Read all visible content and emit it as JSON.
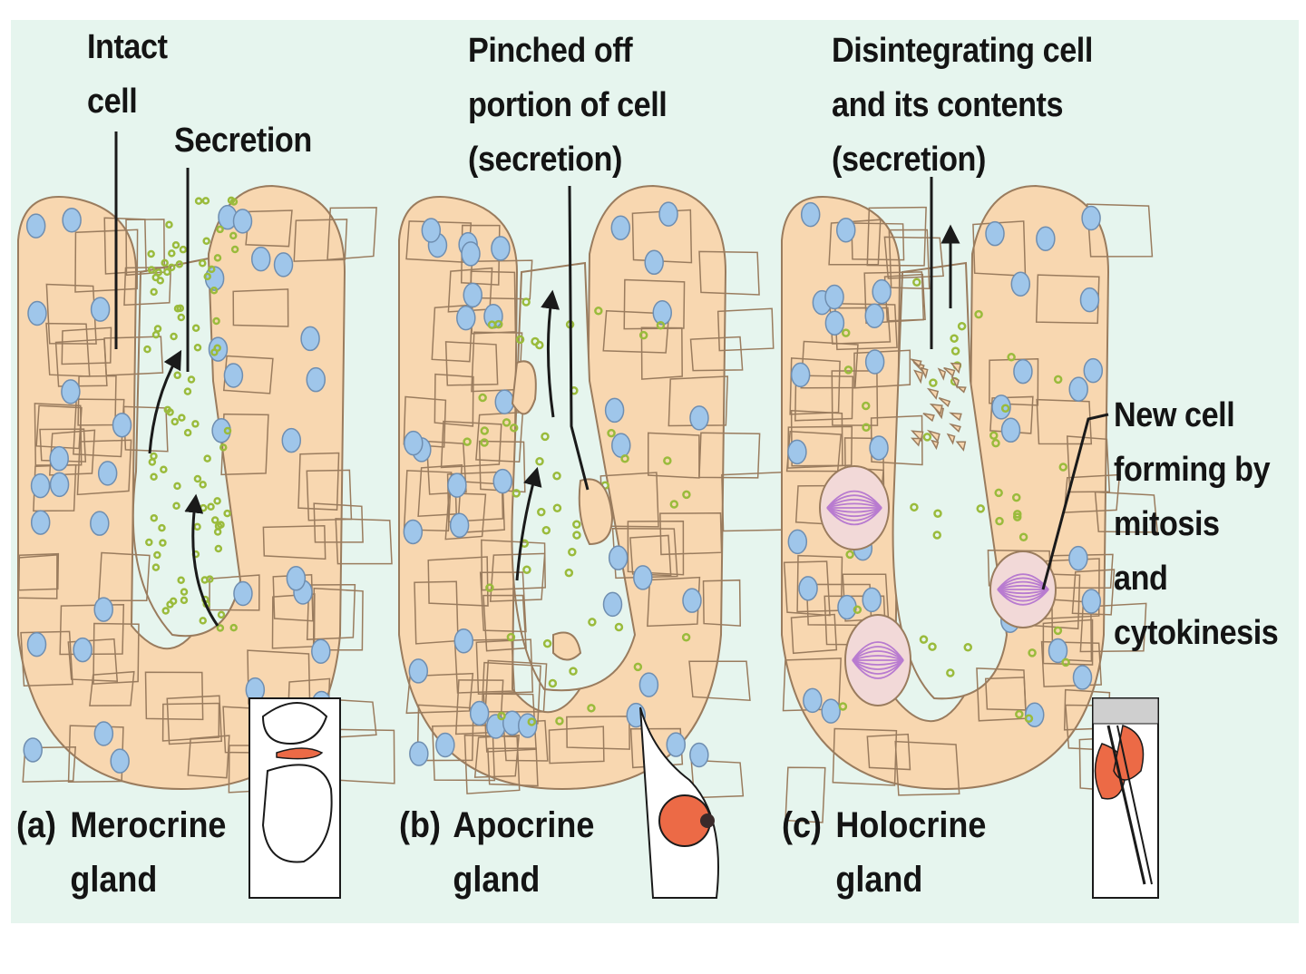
{
  "colors": {
    "background": "#e6f5ee",
    "cell_fill": "#f8d7b0",
    "cell_stroke": "#9a7c5e",
    "nucleus": "#9fc6ea",
    "granule": "#9abb3c",
    "mitosis": "#b87bd0",
    "organ_red": "#ec6a46",
    "line": "#1a1a1a"
  },
  "panels": [
    {
      "id": "a",
      "letter": "(a)",
      "name_line1": "Merocrine",
      "name_line2": "gland",
      "labels": [
        {
          "id": "intact-cell",
          "lines": [
            "Intact",
            "cell"
          ]
        },
        {
          "id": "secretion",
          "lines": [
            "Secretion"
          ]
        }
      ],
      "inset_icon": "digestive-organs-icon"
    },
    {
      "id": "b",
      "letter": "(b)",
      "name_line1": "Apocrine",
      "name_line2": "gland",
      "labels": [
        {
          "id": "pinched-off",
          "lines": [
            "Pinched off",
            "portion of cell",
            "(secretion)"
          ]
        }
      ],
      "inset_icon": "mammary-gland-icon"
    },
    {
      "id": "c",
      "letter": "(c)",
      "name_line1": "Holocrine",
      "name_line2": "gland",
      "labels": [
        {
          "id": "disintegrating",
          "lines": [
            "Disintegrating cell",
            "and its contents",
            "(secretion)"
          ]
        },
        {
          "id": "new-cell",
          "lines": [
            "New cell",
            "forming by",
            "mitosis",
            "and",
            "cytokinesis"
          ]
        }
      ],
      "inset_icon": "sebaceous-gland-icon"
    }
  ]
}
